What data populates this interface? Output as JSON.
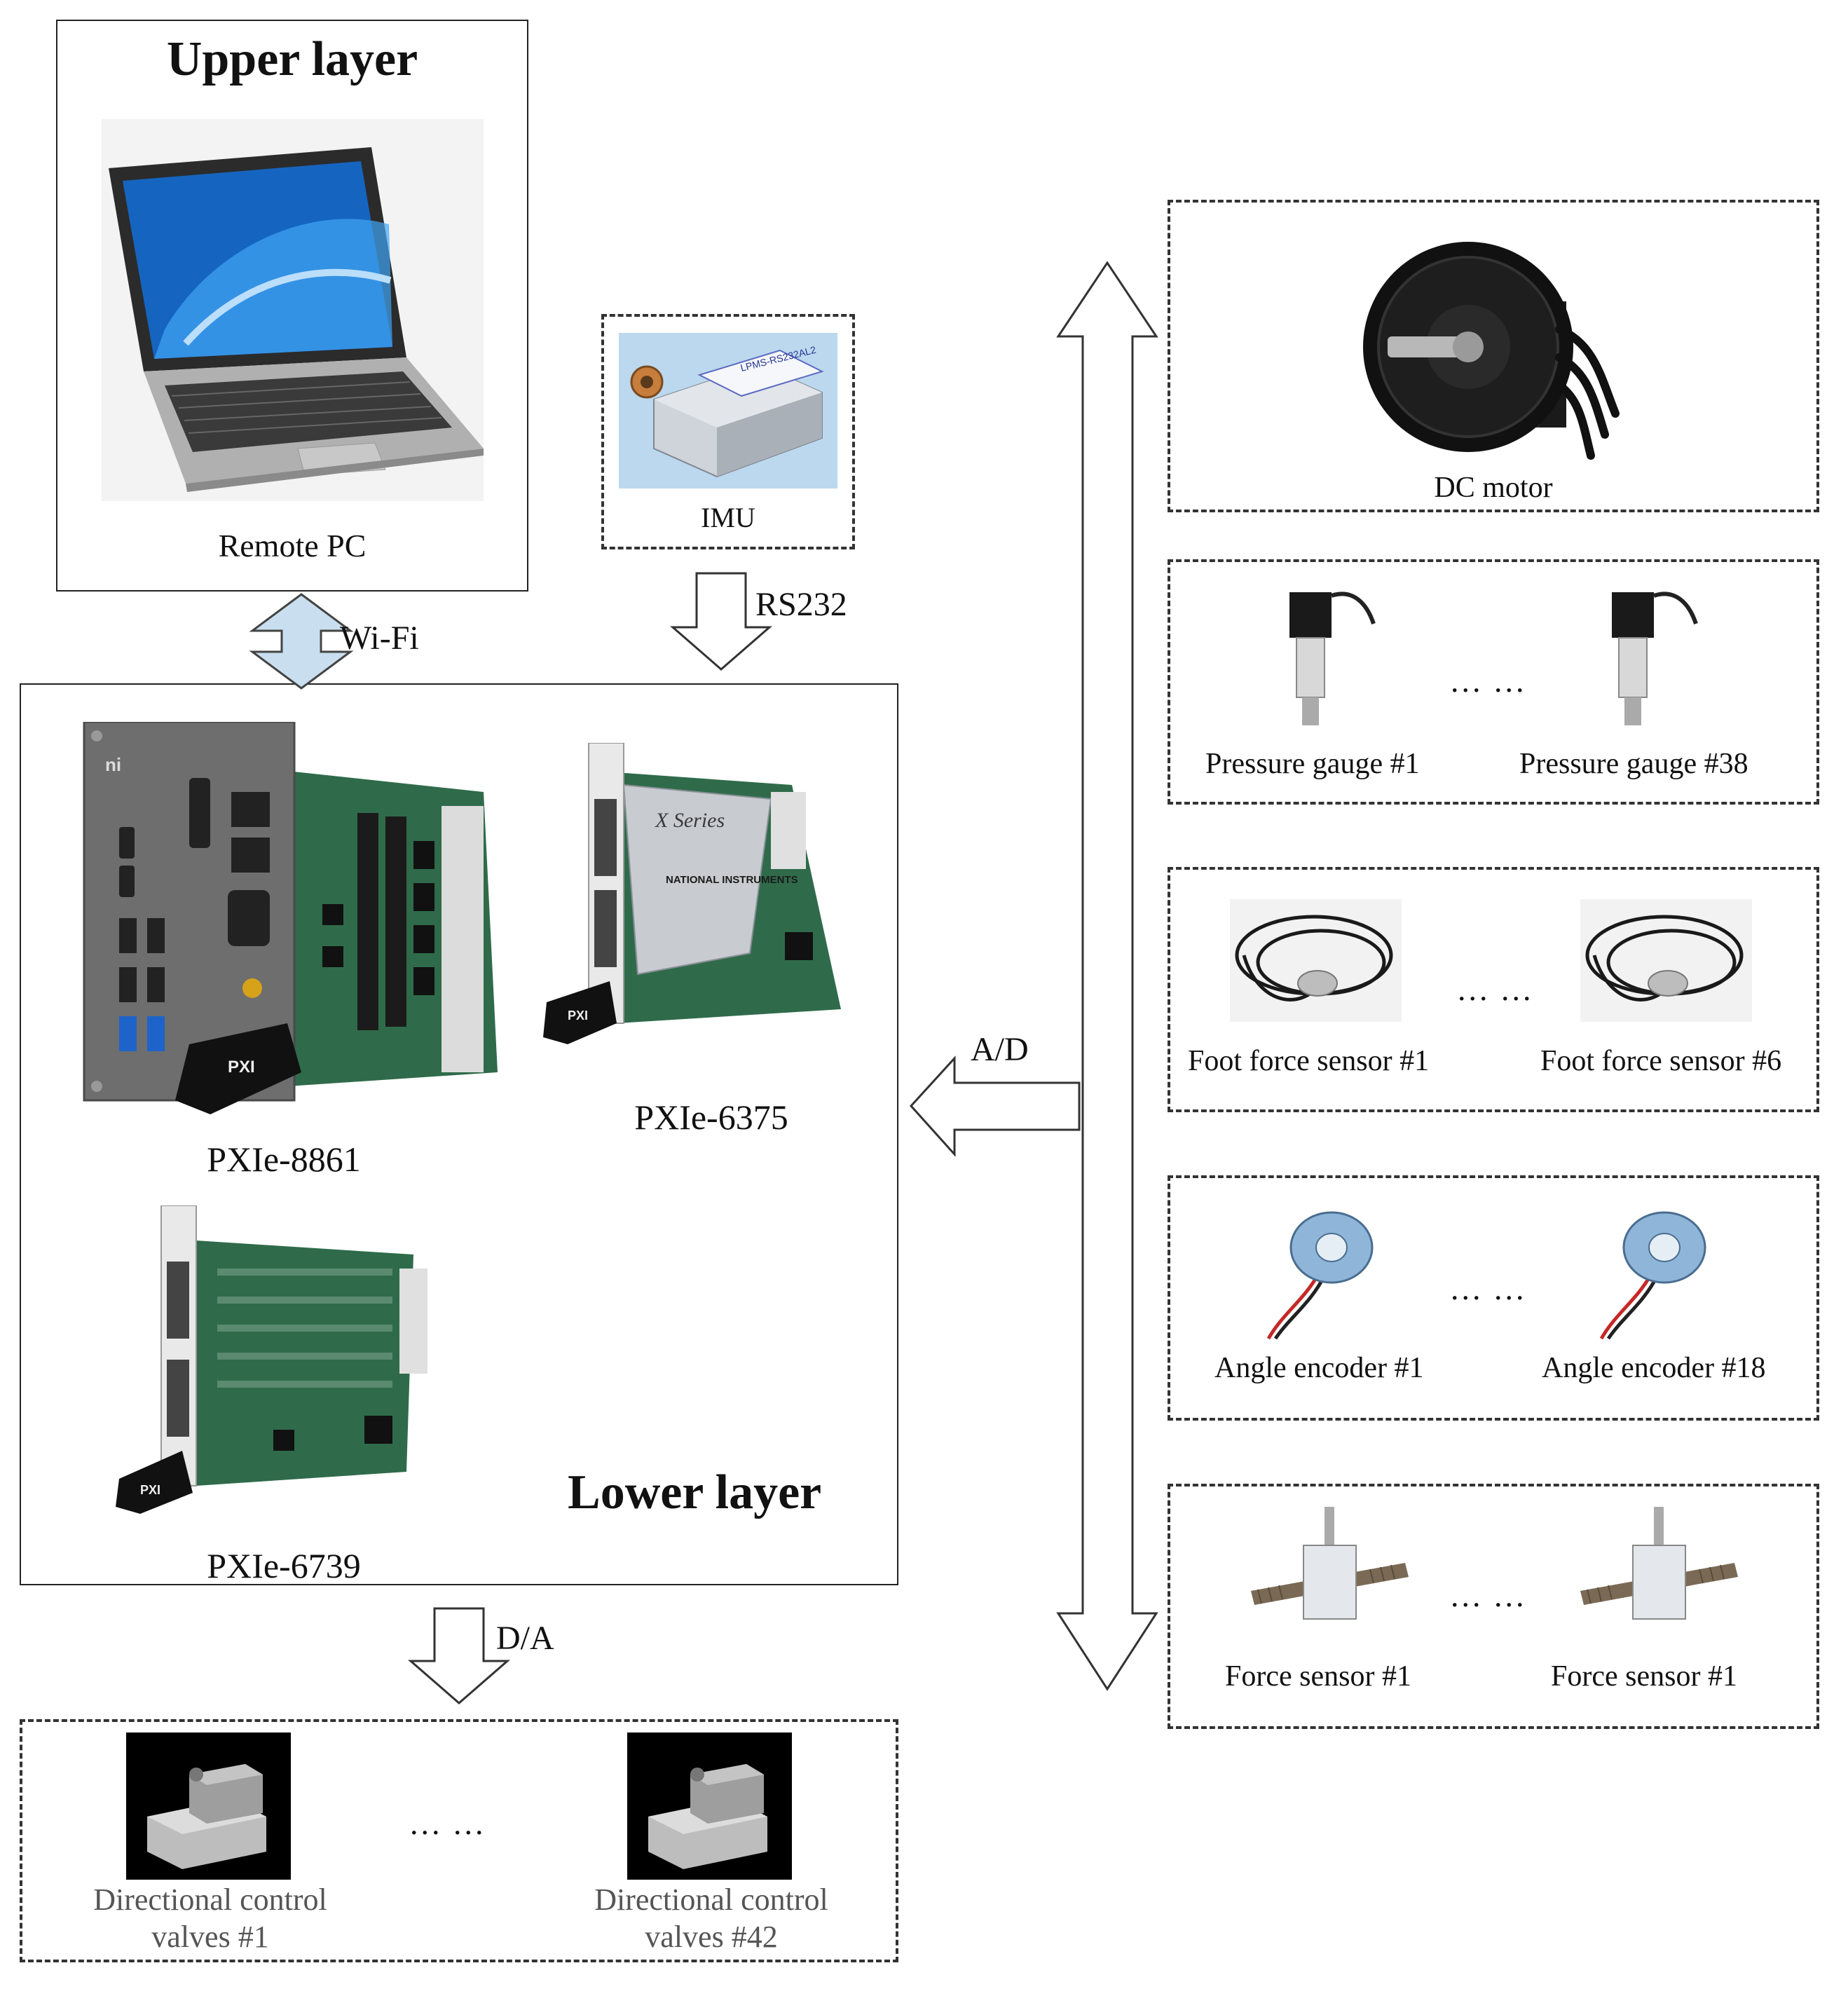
{
  "upper_layer": {
    "title": "Upper layer",
    "remote_pc_label": "Remote PC"
  },
  "imu": {
    "label": "IMU",
    "device_text": "LPMS-RS232AL2"
  },
  "links": {
    "wifi": "Wi-Fi",
    "rs232": "RS232",
    "ad": "A/D",
    "da": "D/A"
  },
  "lower_layer": {
    "title": "Lower layer",
    "pxie_8861": "PXIe-8861",
    "pxie_6375": "PXIe-6375",
    "pxie_6739": "PXIe-6739",
    "x_series_text": "X Series",
    "ni_text": "NATIONAL INSTRUMENTS",
    "pxi_tag": "PXI"
  },
  "valves": {
    "first": "Directional control",
    "first_line2": "valves #1",
    "last": "Directional control",
    "last_line2": "valves #42",
    "ellipsis": "... ..."
  },
  "sensors": {
    "dc_motor": "DC motor",
    "pressure_first": "Pressure gauge #1",
    "pressure_last": "Pressure gauge #38",
    "foot_first": "Foot force sensor #1",
    "foot_last": "Foot force sensor #6",
    "angle_first": "Angle encoder #1",
    "angle_last": "Angle encoder #18",
    "force_first": "Force sensor #1",
    "force_last": "Force sensor #1",
    "ellipsis": "... ..."
  },
  "colors": {
    "wifi_arrow": "#c9dff0",
    "screen_blue": "#1565c0",
    "pcb_green": "#2f6b4a"
  }
}
